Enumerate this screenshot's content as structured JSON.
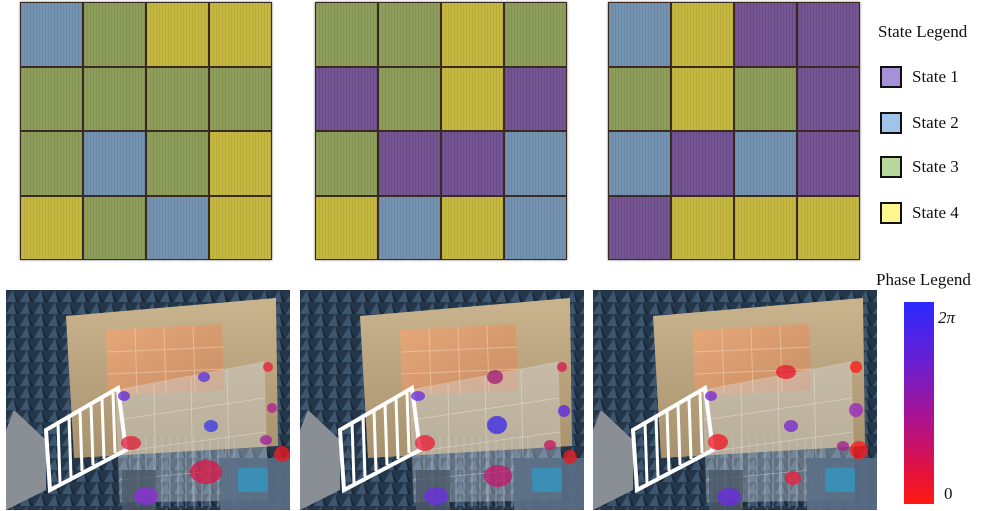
{
  "colors": {
    "state_1": "#6f4f8e",
    "state_2": "#6f8fae",
    "state_3": "#8a9a55",
    "state_4": "#c2b43a",
    "swatch_state_1": "#a690d8",
    "swatch_state_2": "#9ec4ea",
    "swatch_state_3": "#b9d89c",
    "swatch_state_4": "#fbf68e",
    "phase_high": "#2a2aff",
    "phase_low": "#ff1a10"
  },
  "state_grids": [
    {
      "rows": [
        [
          2,
          3,
          4,
          4
        ],
        [
          3,
          3,
          3,
          3
        ],
        [
          3,
          2,
          3,
          4
        ],
        [
          4,
          3,
          2,
          4
        ]
      ]
    },
    {
      "rows": [
        [
          3,
          3,
          4,
          3
        ],
        [
          1,
          3,
          4,
          1
        ],
        [
          3,
          1,
          1,
          2
        ],
        [
          4,
          2,
          4,
          2
        ]
      ]
    },
    {
      "rows": [
        [
          2,
          4,
          1,
          1
        ],
        [
          3,
          4,
          3,
          1
        ],
        [
          2,
          1,
          2,
          1
        ],
        [
          1,
          4,
          4,
          4
        ]
      ]
    }
  ],
  "state_legend": {
    "title": "State Legend",
    "items": [
      {
        "label": "State 1"
      },
      {
        "label": "State 2"
      },
      {
        "label": "State 3"
      },
      {
        "label": "State 4"
      }
    ]
  },
  "phase_legend": {
    "title": "Phase Legend",
    "max_label": "2π",
    "min_label": "0"
  },
  "photo_icons": [
    "anechoic-chamber-photo",
    "horn-antenna-icon",
    "metasurface-panel-icon"
  ]
}
